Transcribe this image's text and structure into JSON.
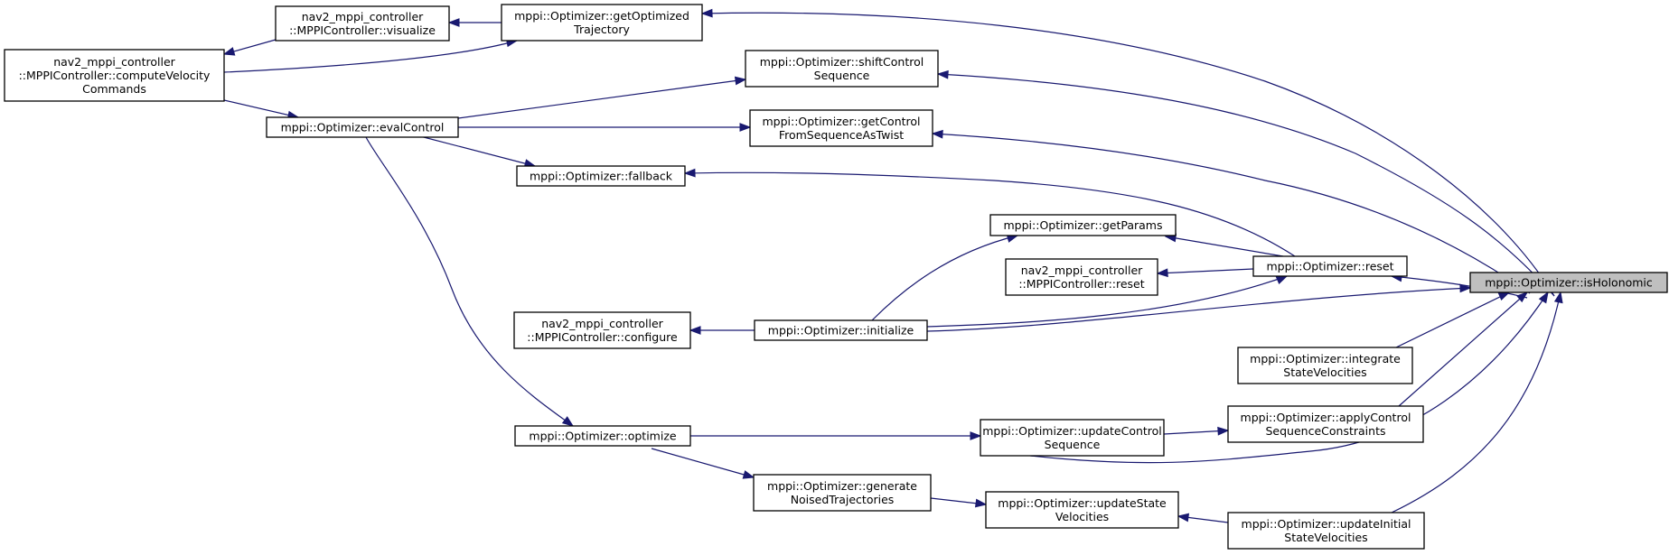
{
  "graph": {
    "nodes": [
      {
        "id": "isHolonomic",
        "lines": [
          "mppi::Optimizer::isHolonomic"
        ],
        "highlight": true
      },
      {
        "id": "getOptimizedTrajectory",
        "lines": [
          "mppi::Optimizer::getOptimized",
          "Trajectory"
        ]
      },
      {
        "id": "visualize",
        "lines": [
          "nav2_mppi_controller",
          "::MPPIController::visualize"
        ]
      },
      {
        "id": "computeVelocityCommands",
        "lines": [
          "nav2_mppi_controller",
          "::MPPIController::computeVelocity",
          "Commands"
        ]
      },
      {
        "id": "evalControl",
        "lines": [
          "mppi::Optimizer::evalControl"
        ]
      },
      {
        "id": "shiftControlSequence",
        "lines": [
          "mppi::Optimizer::shiftControl",
          "Sequence"
        ]
      },
      {
        "id": "getControlFromSequenceAsTwist",
        "lines": [
          "mppi::Optimizer::getControl",
          "FromSequenceAsTwist"
        ]
      },
      {
        "id": "fallback",
        "lines": [
          "mppi::Optimizer::fallback"
        ]
      },
      {
        "id": "getParams",
        "lines": [
          "mppi::Optimizer::getParams"
        ]
      },
      {
        "id": "controllerReset",
        "lines": [
          "nav2_mppi_controller",
          "::MPPIController::reset"
        ]
      },
      {
        "id": "optimizerReset",
        "lines": [
          "mppi::Optimizer::reset"
        ]
      },
      {
        "id": "configure",
        "lines": [
          "nav2_mppi_controller",
          "::MPPIController::configure"
        ]
      },
      {
        "id": "initialize",
        "lines": [
          "mppi::Optimizer::initialize"
        ]
      },
      {
        "id": "integrateStateVelocities",
        "lines": [
          "mppi::Optimizer::integrate",
          "StateVelocities"
        ]
      },
      {
        "id": "optimize",
        "lines": [
          "mppi::Optimizer::optimize"
        ]
      },
      {
        "id": "updateControlSequence",
        "lines": [
          "mppi::Optimizer::updateControl",
          "Sequence"
        ]
      },
      {
        "id": "applyControlSequenceConstraints",
        "lines": [
          "mppi::Optimizer::applyControl",
          "SequenceConstraints"
        ]
      },
      {
        "id": "generateNoisedTrajectories",
        "lines": [
          "mppi::Optimizer::generate",
          "NoisedTrajectories"
        ]
      },
      {
        "id": "updateStateVelocities",
        "lines": [
          "mppi::Optimizer::updateState",
          "Velocities"
        ]
      },
      {
        "id": "updateInitialStateVelocities",
        "lines": [
          "mppi::Optimizer::updateInitial",
          "StateVelocities"
        ]
      }
    ],
    "edges": [
      {
        "from": "isHolonomic",
        "to": "getOptimizedTrajectory"
      },
      {
        "from": "getOptimizedTrajectory",
        "to": "visualize"
      },
      {
        "from": "visualize",
        "to": "computeVelocityCommands"
      },
      {
        "from": "getOptimizedTrajectory",
        "to": "computeVelocityCommands"
      },
      {
        "from": "isHolonomic",
        "to": "shiftControlSequence"
      },
      {
        "from": "shiftControlSequence",
        "to": "evalControl"
      },
      {
        "from": "evalControl",
        "to": "computeVelocityCommands"
      },
      {
        "from": "isHolonomic",
        "to": "getControlFromSequenceAsTwist"
      },
      {
        "from": "getControlFromSequenceAsTwist",
        "to": "evalControl"
      },
      {
        "from": "isHolonomic",
        "to": "optimizerReset"
      },
      {
        "from": "optimizerReset",
        "to": "fallback"
      },
      {
        "from": "fallback",
        "to": "evalControl"
      },
      {
        "from": "optimizerReset",
        "to": "getParams"
      },
      {
        "from": "getParams",
        "to": "initialize"
      },
      {
        "from": "optimizerReset",
        "to": "controllerReset"
      },
      {
        "from": "optimizerReset",
        "to": "initialize"
      },
      {
        "from": "isHolonomic",
        "to": "initialize"
      },
      {
        "from": "initialize",
        "to": "configure"
      },
      {
        "from": "isHolonomic",
        "to": "integrateStateVelocities"
      },
      {
        "from": "isHolonomic",
        "to": "applyControlSequenceConstraints"
      },
      {
        "from": "applyControlSequenceConstraints",
        "to": "updateControlSequence"
      },
      {
        "from": "isHolonomic",
        "to": "updateControlSequence"
      },
      {
        "from": "updateControlSequence",
        "to": "optimize"
      },
      {
        "from": "optimize",
        "to": "evalControl"
      },
      {
        "from": "isHolonomic",
        "to": "updateInitialStateVelocities"
      },
      {
        "from": "updateInitialStateVelocities",
        "to": "updateStateVelocities"
      },
      {
        "from": "updateStateVelocities",
        "to": "generateNoisedTrajectories"
      },
      {
        "from": "generateNoisedTrajectories",
        "to": "optimize"
      }
    ]
  },
  "colors": {
    "edge": "#191970",
    "node_border": "#000000",
    "node_fill": "#ffffff",
    "highlight_fill": "#bfbfbf"
  }
}
